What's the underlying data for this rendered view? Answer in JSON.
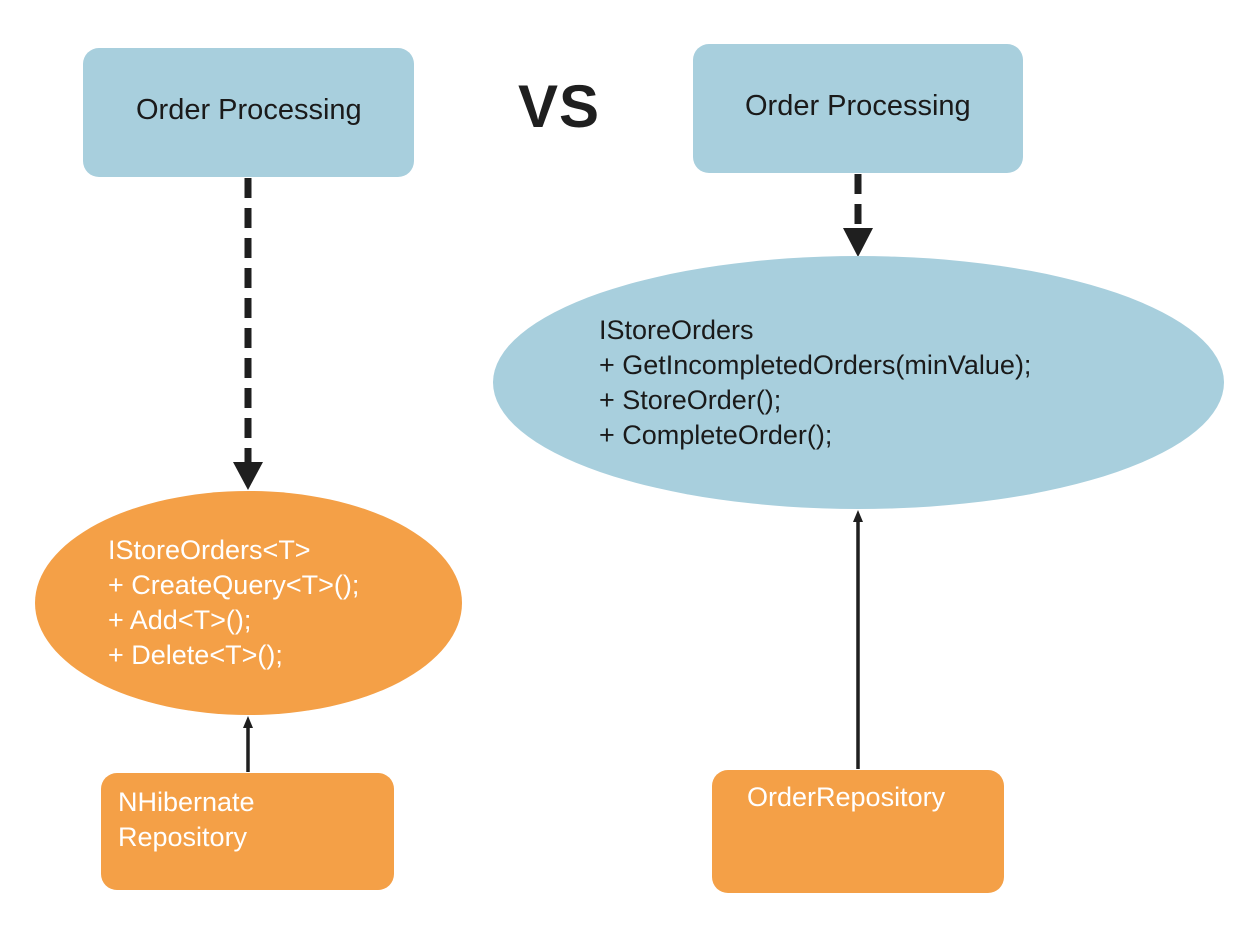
{
  "vs_label": "VS",
  "left": {
    "top_box": {
      "label": "Order Processing"
    },
    "interface": {
      "lines": [
        "IStoreOrders<T>",
        "+ CreateQuery<T>();",
        "+ Add<T>();",
        "+ Delete<T>();"
      ]
    },
    "bottom_box": {
      "lines": [
        "NHibernate",
        "Repository"
      ]
    }
  },
  "right": {
    "top_box": {
      "label": "Order Processing"
    },
    "interface": {
      "lines": [
        "IStoreOrders",
        "+ GetIncompletedOrders(minValue);",
        "+ StoreOrder();",
        "+ CompleteOrder();"
      ]
    },
    "bottom_box": {
      "label": "OrderRepository"
    }
  },
  "colors": {
    "blue": "#a8cfdd",
    "orange": "#f4a047",
    "dark": "#1f1f1f"
  }
}
